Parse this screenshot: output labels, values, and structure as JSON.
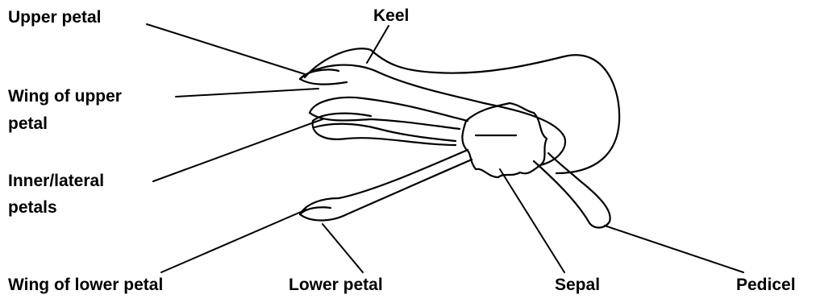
{
  "labels": {
    "upper_petal": "Upper petal",
    "keel": "Keel",
    "wing_of_upper_petal_line1": "Wing of upper",
    "wing_of_upper_petal_line2": "petal",
    "inner_lateral_petals_line1": "Inner/lateral",
    "inner_lateral_petals_line2": "petals",
    "wing_of_lower_petal": "Wing of lower petal",
    "lower_petal": "Lower petal",
    "sepal": "Sepal",
    "pedicel": "Pedicel"
  },
  "colors": {
    "ink": "#000000",
    "background": "#ffffff"
  }
}
